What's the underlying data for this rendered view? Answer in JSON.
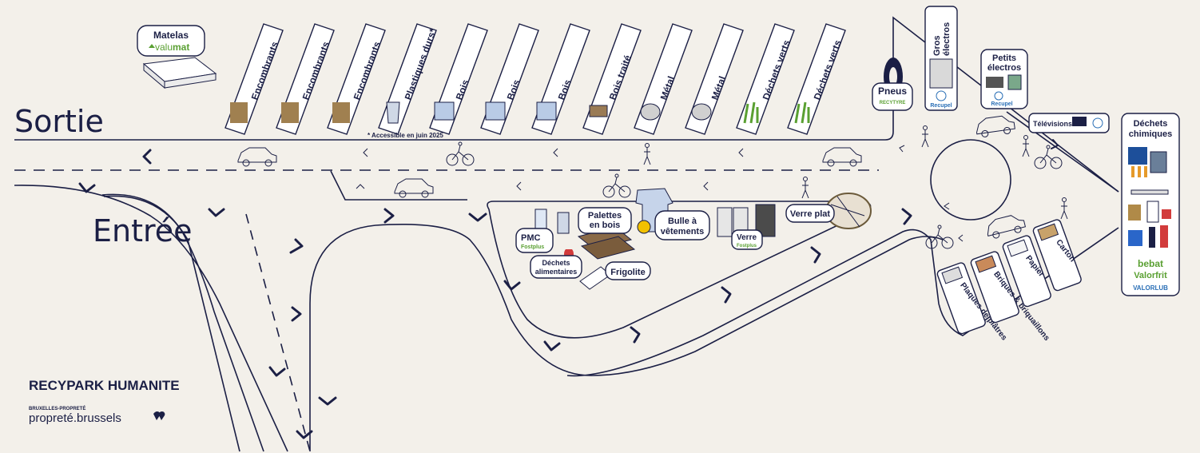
{
  "labels": {
    "sortie": "Sortie",
    "entree": "Entrée",
    "matelas": "Matelas",
    "valumat_a": "valu",
    "valumat_b": "mat",
    "note": "* Accessible en juin 2025",
    "pneus": "Pneus",
    "recytyre": "RECYTYRE",
    "gros_electros": [
      "Gros",
      "électros"
    ],
    "petits_electros": [
      "Petits",
      "électros"
    ],
    "televisions": "Télévisions",
    "recupel": "Recupel",
    "dechets_chimiques": [
      "Déchets",
      "chimiques"
    ],
    "bebat": "bebat",
    "valorfrit": "Valorfrit",
    "valorlub": "VALORLUB",
    "pmc": "PMC",
    "fostplus": "Fostplus",
    "dechets_alimentaires": [
      "Déchets",
      "alimentaires"
    ],
    "palettes": [
      "Palettes",
      "en bois"
    ],
    "frigolite": "Frigolite",
    "bulle": [
      "Bulle à",
      "vêtements"
    ],
    "verre": "Verre",
    "verre_plat": "Verre plat",
    "recypark": "RECYPARK HUMANITE",
    "bxl_small": "BRUXELLES-PROPRETÉ",
    "bxl_brand": "propreté.brussels"
  },
  "top_bins": [
    "Encombrants",
    "Encombrants",
    "Encombrants",
    "Plastiques durs*",
    "Bois",
    "Bois",
    "Bois",
    "Bois traité",
    "Métal",
    "Métal",
    "Déchets verts",
    "Déchets verts"
  ],
  "right_bins": [
    "Plaques de plâtres",
    "Briques & briquaillons",
    "Papier",
    "Carton"
  ],
  "colors": {
    "ink": "#1b1f45",
    "background": "#f3f0ea",
    "green": "#5aa032",
    "blue": "#2a6fb6",
    "yellow": "#f2c100"
  }
}
